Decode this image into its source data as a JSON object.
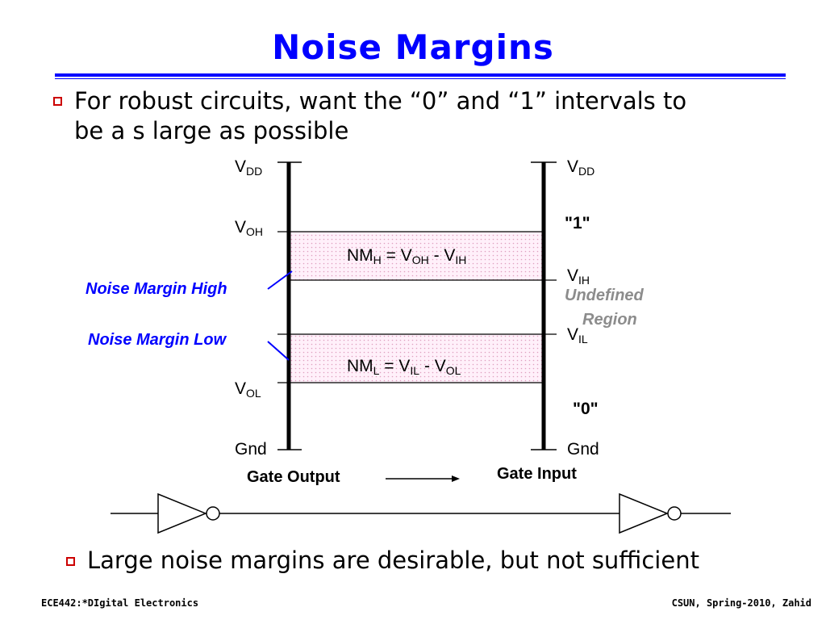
{
  "slide": {
    "title": "Noise Margins",
    "bullets": [
      "For robust circuits, want the “0” and “1” intervals to",
      "be a s large as possible",
      "Large noise margins are desirable, but not sufficient"
    ],
    "bullet_color": "#cc0000",
    "title_color": "#0000ff"
  },
  "diagram": {
    "left_labels": {
      "vdd": {
        "base": "V",
        "sub": "DD"
      },
      "voh": {
        "base": "V",
        "sub": "OH"
      },
      "vol": {
        "base": "V",
        "sub": "OL"
      },
      "gnd": "Gnd"
    },
    "right_labels": {
      "vdd": {
        "base": "V",
        "sub": "DD"
      },
      "one": "\"1\"",
      "vih": {
        "base": "V",
        "sub": "IH"
      },
      "vil": {
        "base": "V",
        "sub": "IL"
      },
      "zero": "\"0\"",
      "gnd": "Gnd"
    },
    "nm_high": {
      "a": "NM",
      "a_sub": "H",
      "eq": " = V",
      "b_sub": "OH",
      "minus": " - V",
      "c_sub": "IH"
    },
    "nm_low": {
      "a": "NM",
      "a_sub": "L",
      "eq": " = V",
      "b_sub": "IL",
      "minus": " - V",
      "c_sub": "OL"
    },
    "callouts": {
      "high": "Noise Margin High",
      "low": "Noise Margin Low",
      "undefined_1": "Undefined",
      "undefined_2": "Region"
    },
    "gate_output": "Gate Output",
    "gate_input": "Gate Input",
    "colors": {
      "callout": "#0000ff",
      "undefined": "#8c8c8c",
      "fill": "#fff0fa",
      "dots": "#e0a0c0"
    }
  },
  "footer": {
    "left": "ECE442:*DIgital Electronics",
    "right": "CSUN, Spring-2010, Zahid"
  }
}
